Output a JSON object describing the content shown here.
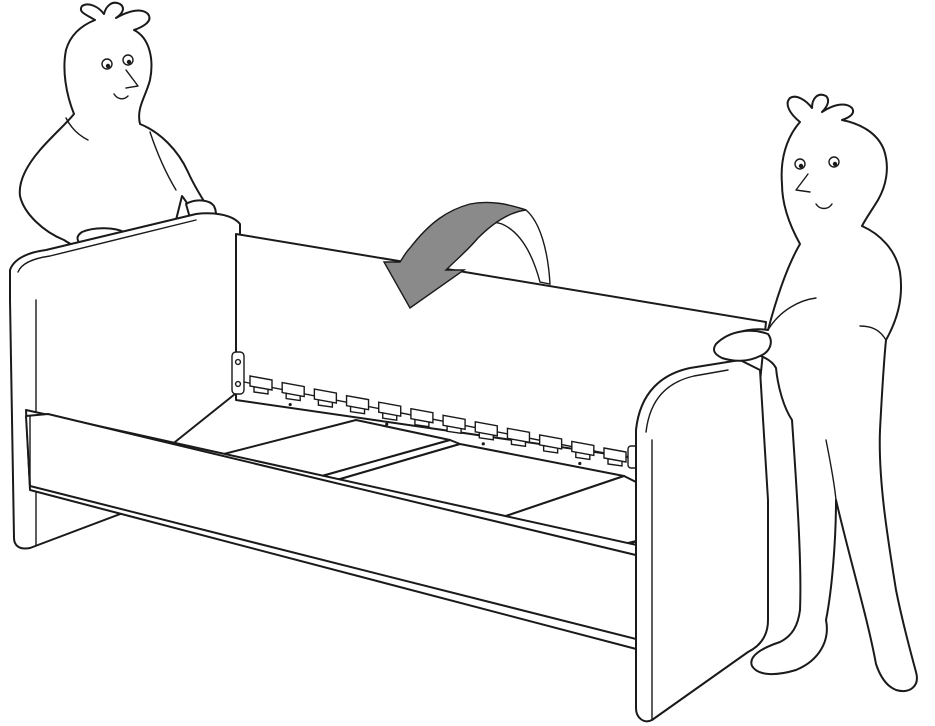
{
  "illustration": {
    "arrow_color": "#8a8a8a",
    "line_color": "#1a1a1a",
    "background": "#ffffff",
    "icons": [
      "person-left",
      "person-right",
      "rotate-arrow",
      "bed-frame",
      "slat-clips"
    ]
  }
}
